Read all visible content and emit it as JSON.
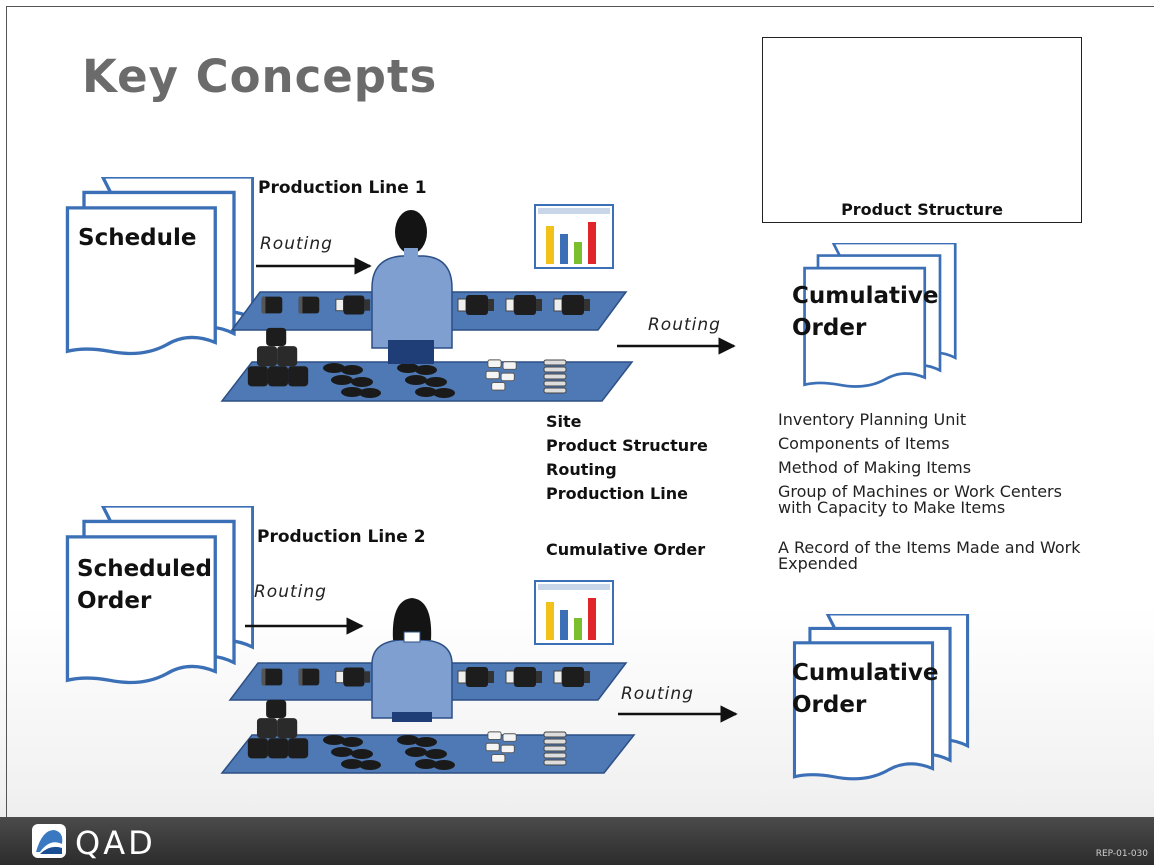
{
  "title": "Key Concepts",
  "product_structure": {
    "caption": "Product Structure"
  },
  "line1": {
    "label": "Production Line 1",
    "input_doc": [
      "Schedule"
    ],
    "routing_in": "Routing",
    "routing_out": "Routing",
    "output_doc": [
      "Cumulative",
      "Order"
    ]
  },
  "line2": {
    "label": "Production Line 2",
    "input_doc": [
      "Scheduled",
      "Order"
    ],
    "routing_in": "Routing",
    "routing_out": "Routing",
    "output_doc": [
      "Cumulative",
      "Order"
    ]
  },
  "legend": [
    {
      "term": "Site",
      "definition": "Inventory Planning Unit"
    },
    {
      "term": "Product Structure",
      "definition": "Components of Items"
    },
    {
      "term": "Routing",
      "definition": "Method of Making Items"
    },
    {
      "term": "Production Line",
      "definition": "Group of Machines or Work Centers with Capacity to Make Items"
    },
    {
      "term": "Cumulative Order",
      "definition": "A Record of the Items Made and Work Expended"
    }
  ],
  "footer": {
    "brand": "QAD",
    "ref": "REP-01-030"
  },
  "colors": {
    "document_blue": "#3b6fb6",
    "shelf_blue": "#4e79b4",
    "worker_shirt": "#7e9fcf",
    "footer_bg": "#333333"
  }
}
